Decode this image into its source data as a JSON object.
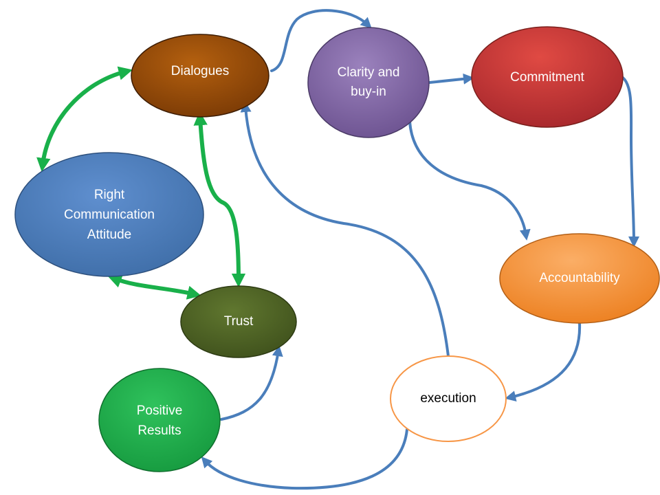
{
  "nodes": {
    "dialogues": {
      "label": "Dialogues",
      "fill": "#974806",
      "text_color": "#ffffff"
    },
    "clarity": {
      "label_line1": "Clarity and",
      "label_line2": "buy-in",
      "fill": "#8064a2",
      "text_color": "#ffffff"
    },
    "commitment": {
      "label": "Commitment",
      "fill": "#c0392b",
      "text_color": "#ffffff"
    },
    "right_communication": {
      "label_line1": "Right",
      "label_line2": "Communication",
      "label_line3": "Attitude",
      "fill": "#4f81bd",
      "text_color": "#ffffff"
    },
    "accountability": {
      "label": "Accountability",
      "fill": "#f79646",
      "text_color": "#ffffff"
    },
    "trust": {
      "label": "Trust",
      "fill": "#4f6228",
      "text_color": "#ffffff"
    },
    "positive_results": {
      "label_line1": "Positive",
      "label_line2": "Results",
      "fill": "#1cae4b",
      "text_color": "#ffffff"
    },
    "execution": {
      "label": "execution",
      "fill": "#ffffff",
      "stroke": "#f79646",
      "text_color": "#000000"
    }
  },
  "colors": {
    "blue_arrow": "#4a7ebb",
    "green_arrow": "#19b04a"
  }
}
